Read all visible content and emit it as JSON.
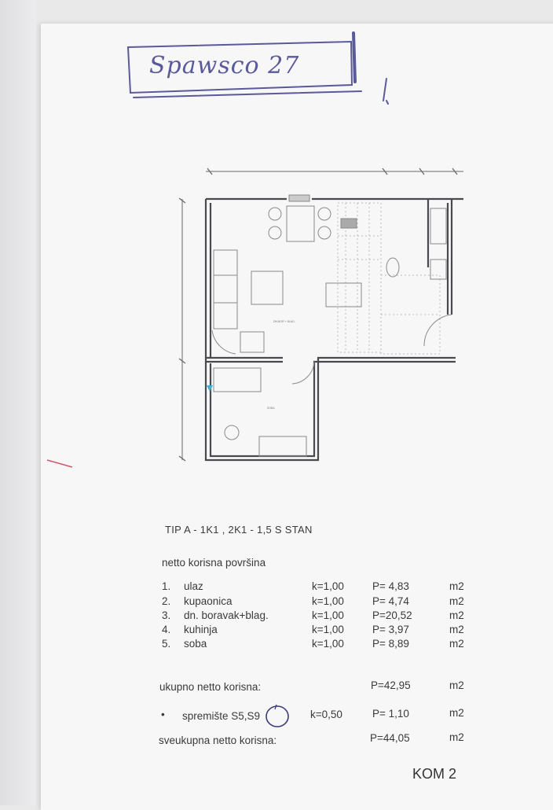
{
  "handwritten_note": "Spawsco 27",
  "handwritten_mark": "1,",
  "plan": {
    "title": "TIP A  -  1K1 , 2K1  -  1,5 S   STAN"
  },
  "table": {
    "heading": "netto korisna površina",
    "rooms": [
      {
        "num": "1.",
        "name": "ulaz",
        "k": "k=1,00",
        "p": "P=  4,83",
        "unit": "m2"
      },
      {
        "num": "2.",
        "name": "kupaonica",
        "k": "k=1,00",
        "p": "P=  4,74",
        "unit": "m2"
      },
      {
        "num": "3.",
        "name": "dn. boravak+blag.",
        "k": "k=1,00",
        "p": "P=20,52",
        "unit": "m2"
      },
      {
        "num": "4.",
        "name": "kuhinja",
        "k": "k=1,00",
        "p": "P=  3,97",
        "unit": "m2"
      },
      {
        "num": "5.",
        "name": "soba",
        "k": "k=1,00",
        "p": "P=  8,89",
        "unit": "m2"
      }
    ],
    "total_label": "ukupno netto korisna:",
    "total_p": "P=42,95",
    "total_unit": "m2",
    "storage_bullet": "•",
    "storage_label": "spremište S5,S9",
    "storage_k": "k=0,50",
    "storage_p": "P=  1,10",
    "storage_unit": "m2",
    "grand_label": "sveukupna netto korisna:",
    "grand_p": "P=44,05",
    "grand_unit": "m2"
  },
  "footer": {
    "kom": "KOM 2"
  },
  "colors": {
    "ink_pen": "#5a5a9a",
    "print": "#3a3a3c",
    "entry_marker": "#4aa8d8"
  }
}
